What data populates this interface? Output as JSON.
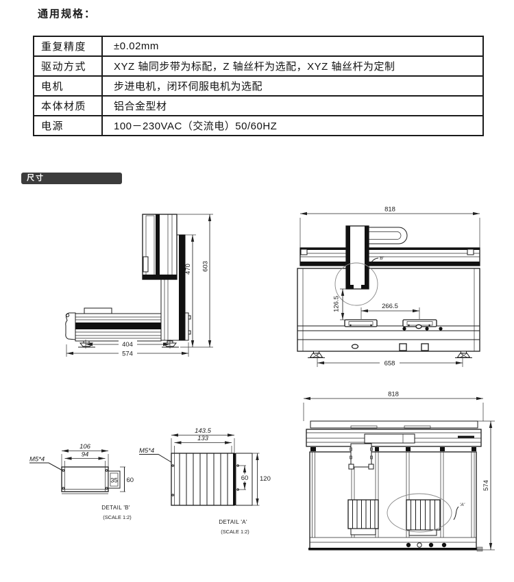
{
  "section_title": "通用规格：",
  "spec_table": {
    "rows": [
      {
        "label": "重复精度",
        "value": "±0.02mm"
      },
      {
        "label": "驱动方式",
        "value": "XYZ 轴同步带为标配，Z 轴丝杆为选配，XYZ 轴丝杆为定制"
      },
      {
        "label": "电机",
        "value": "步进电机，闭环伺服电机为选配"
      },
      {
        "label": "本体材质",
        "value": "铝合金型材"
      },
      {
        "label": "电源",
        "value": "100－230VAC（交流电）50/60HZ"
      }
    ]
  },
  "badge": {
    "label": "尺寸",
    "bg": "#3c3c3c",
    "text_color": "#ffffff"
  },
  "drawings": {
    "side_view": {
      "z_height": "470",
      "total_height": "603",
      "foot_pitch": "404",
      "base_depth": "574"
    },
    "front_view": {
      "total_width": "818",
      "z_clearance": "126.5",
      "fixture_pitch": "266.5",
      "foot_pitch": "658",
      "callout_label": "'B'"
    },
    "top_view": {
      "total_width": "818",
      "total_depth": "574",
      "callout_label": "'A'"
    },
    "detail_b": {
      "thread": "M5*4",
      "outer_width": "106",
      "inner_width": "94",
      "slot_width": "35",
      "height": "60",
      "title": "DETAIL 'B'",
      "scale": "(SCALE 1:2)"
    },
    "detail_a": {
      "thread": "M5*4",
      "outer_width": "143.5",
      "inner_width": "133",
      "slot_height": "60",
      "height": "120",
      "title": "DETAIL 'A'",
      "scale": "(SCALE 1:2)"
    }
  }
}
